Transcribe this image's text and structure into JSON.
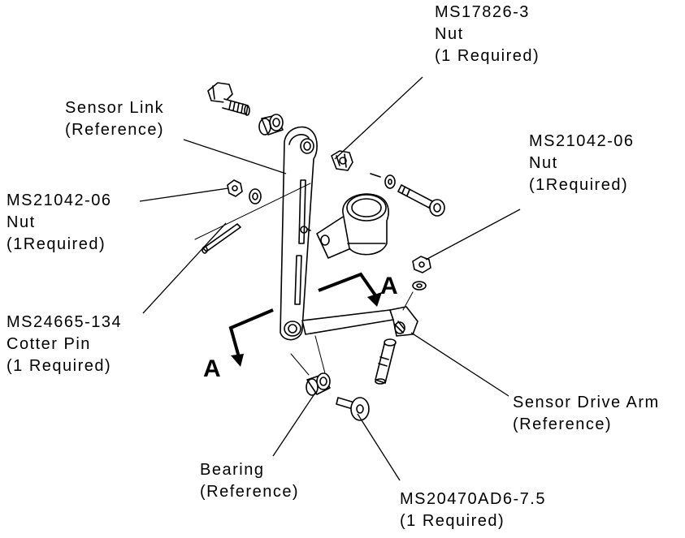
{
  "callouts": {
    "ms17826": {
      "lines": [
        "MS17826-3",
        "Nut",
        "(1 Required)"
      ]
    },
    "sensor_link": {
      "lines": [
        "Sensor Link",
        "(Reference)"
      ]
    },
    "ms21042_right": {
      "lines": [
        "MS21042-06",
        "Nut",
        "(1Required)"
      ]
    },
    "ms21042_left": {
      "lines": [
        "MS21042-06",
        "Nut",
        "(1Required)"
      ]
    },
    "ms24665": {
      "lines": [
        "MS24665-134",
        "Cotter Pin",
        "(1 Required)"
      ]
    },
    "sensor_drive_arm": {
      "lines": [
        "Sensor Drive Arm",
        "(Reference)"
      ]
    },
    "bearing": {
      "lines": [
        "Bearing",
        "(Reference)"
      ]
    },
    "ms20470": {
      "lines": [
        "MS20470AD6-7.5",
        "(1 Required)"
      ]
    }
  },
  "view_markers": {
    "upper": "A",
    "lower": "A"
  },
  "colors": {
    "ink": "#000000",
    "paper": "#ffffff"
  }
}
